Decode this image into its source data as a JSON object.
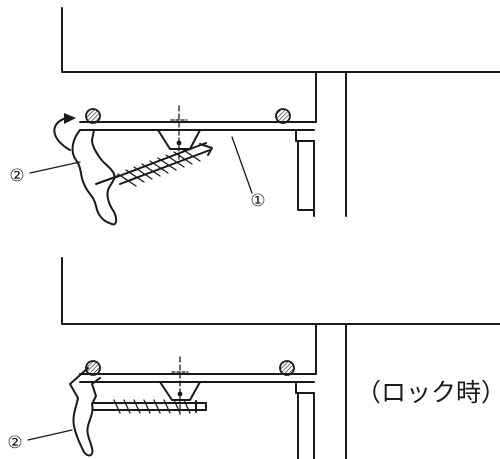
{
  "top_view": {
    "part_1_label": "①",
    "part_2_label": "②"
  },
  "bottom_view": {
    "part_2_label": "②",
    "caption": "（ロック時）"
  }
}
